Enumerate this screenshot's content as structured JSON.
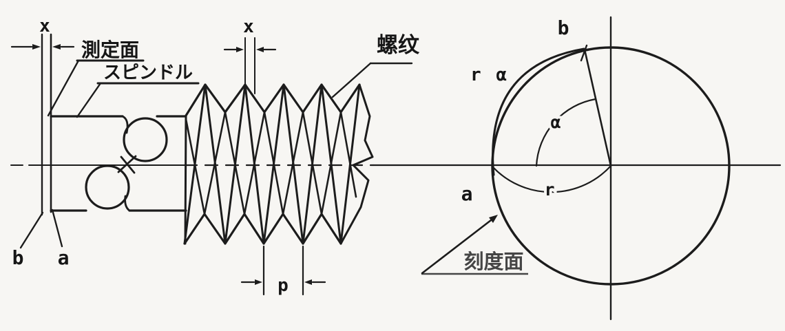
{
  "colors": {
    "background": "#f7f6f3",
    "ink": "#1c1c1c",
    "annotation_ink": "#454545"
  },
  "left_view": {
    "face_gap_dimension_label": "x",
    "measuring_face_label": "測定面",
    "spindle_label": "スピンドル",
    "face_point_b_label": "b",
    "face_point_a_label": "a",
    "crest_width_dimension_label": "x",
    "thread_label": "螺纹",
    "pitch_dimension_label": "p"
  },
  "right_view": {
    "contact_point_b_label": "b",
    "arc_error_label": "r α",
    "tilt_angle_label": "α",
    "contact_point_a_label": "a",
    "radius_label": "r",
    "scale_face_label": "刻度面"
  }
}
